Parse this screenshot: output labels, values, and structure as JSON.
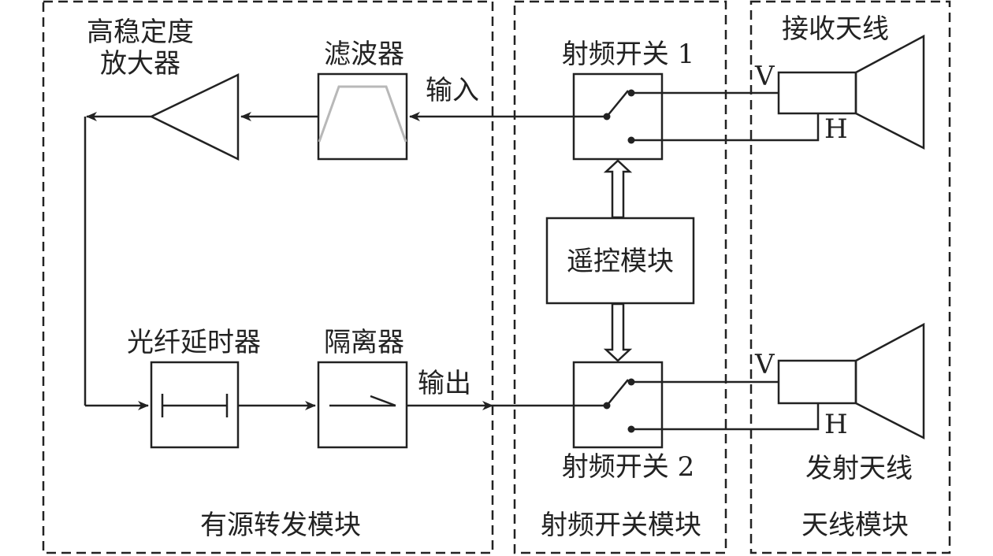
{
  "modules": {
    "active_relay": "有源转发模块",
    "rf_switch": "射频开关模块",
    "antenna": "天线模块"
  },
  "components": {
    "amplifier_line1": "高稳定度",
    "amplifier_line2": "放大器",
    "filter": "滤波器",
    "fiber_delay": "光纤延时器",
    "isolator": "隔离器",
    "rf_switch_1": "射频开关 1",
    "rf_switch_2": "射频开关 2",
    "remote_control": "遥控模块",
    "receive_antenna": "接收天线",
    "transmit_antenna": "发射天线"
  },
  "ports": {
    "input": "输入",
    "output": "输出",
    "v": "V",
    "h": "H"
  }
}
